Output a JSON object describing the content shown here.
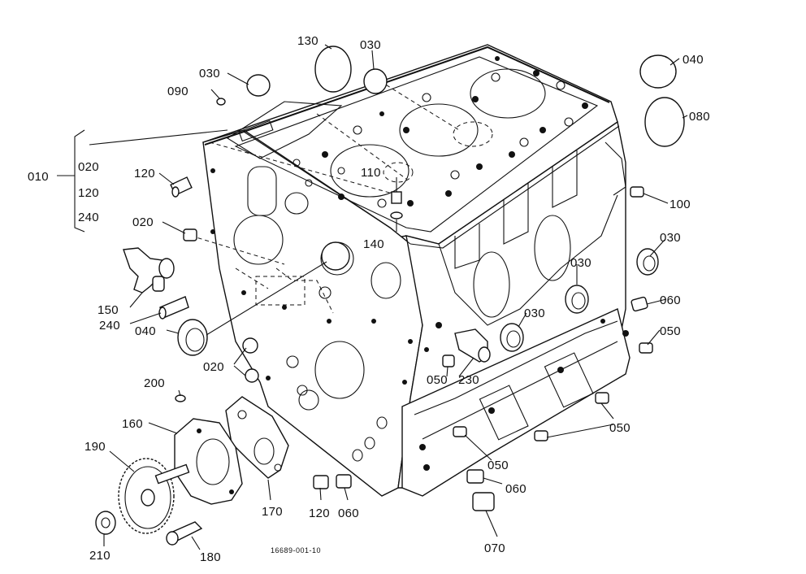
{
  "drawing": {
    "reference_number": "16689-001-10"
  },
  "callouts": {
    "c010": "010",
    "c020_group": "020",
    "c120_group": "120",
    "c240_group": "240",
    "c090": "090",
    "c030_top_left": "030",
    "c130": "130",
    "c030_top": "030",
    "c040_top": "040",
    "c080": "080",
    "c120_left": "120",
    "c110": "110",
    "c140": "140",
    "c020_left": "020",
    "c100": "100",
    "c150": "150",
    "c240": "240",
    "c040_left": "040",
    "c030_right": "030",
    "c030_mid": "030",
    "c030_lower": "030",
    "c060_right": "060",
    "c050_right": "050",
    "c050_mid": "050",
    "c230": "230",
    "c020_low": "020",
    "c200": "200",
    "c160": "160",
    "c190": "190",
    "c050_lower": "050",
    "c050_bottom": "050",
    "c060_bottom": "060",
    "c170": "170",
    "c120_bottom": "120",
    "c060_low": "060",
    "c070": "070",
    "c210": "210",
    "c180": "180"
  }
}
